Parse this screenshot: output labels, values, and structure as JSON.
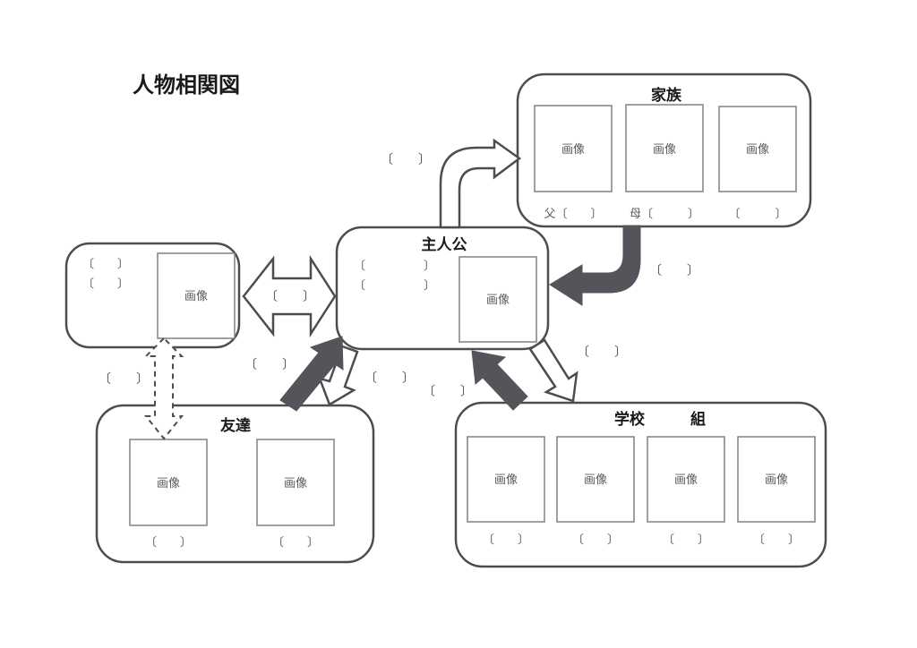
{
  "title": "人物相関図",
  "image_placeholder": "画像",
  "family": {
    "title": "家族",
    "labels": {
      "father": "父〔　　〕",
      "mother": "母〔　　　〕",
      "other": "〔　　　〕"
    }
  },
  "protagonist": {
    "title": "主人公",
    "field1": "〔　　　　　〕",
    "field2": "〔　　　　　〕"
  },
  "side_character": {
    "field1": "〔　　〕",
    "field2": "〔　　〕"
  },
  "friends": {
    "title": "友達",
    "label1": "〔　　〕",
    "label2": "〔　　〕"
  },
  "school": {
    "title": "学校　　　組",
    "label1": "〔　　〕",
    "label2": "〔　　〕",
    "label3": "〔　　〕",
    "label4": "〔　　〕"
  },
  "relationship_labels": {
    "to_family": "〔　　〕",
    "from_family": "〔　　〕",
    "side_mutual": "〔　　〕",
    "side_left": "〔　　〕",
    "side_right": "〔　　〕",
    "to_friends_1": "〔　　〕",
    "to_friends_2": "〔　　〕",
    "to_school": "〔　　〕"
  },
  "colors": {
    "outline": "#4d4d4d",
    "arrow_fill": "#54545a",
    "image_outline": "#808080",
    "muted_text": "#595959",
    "title_text": "#1a1a1a"
  }
}
